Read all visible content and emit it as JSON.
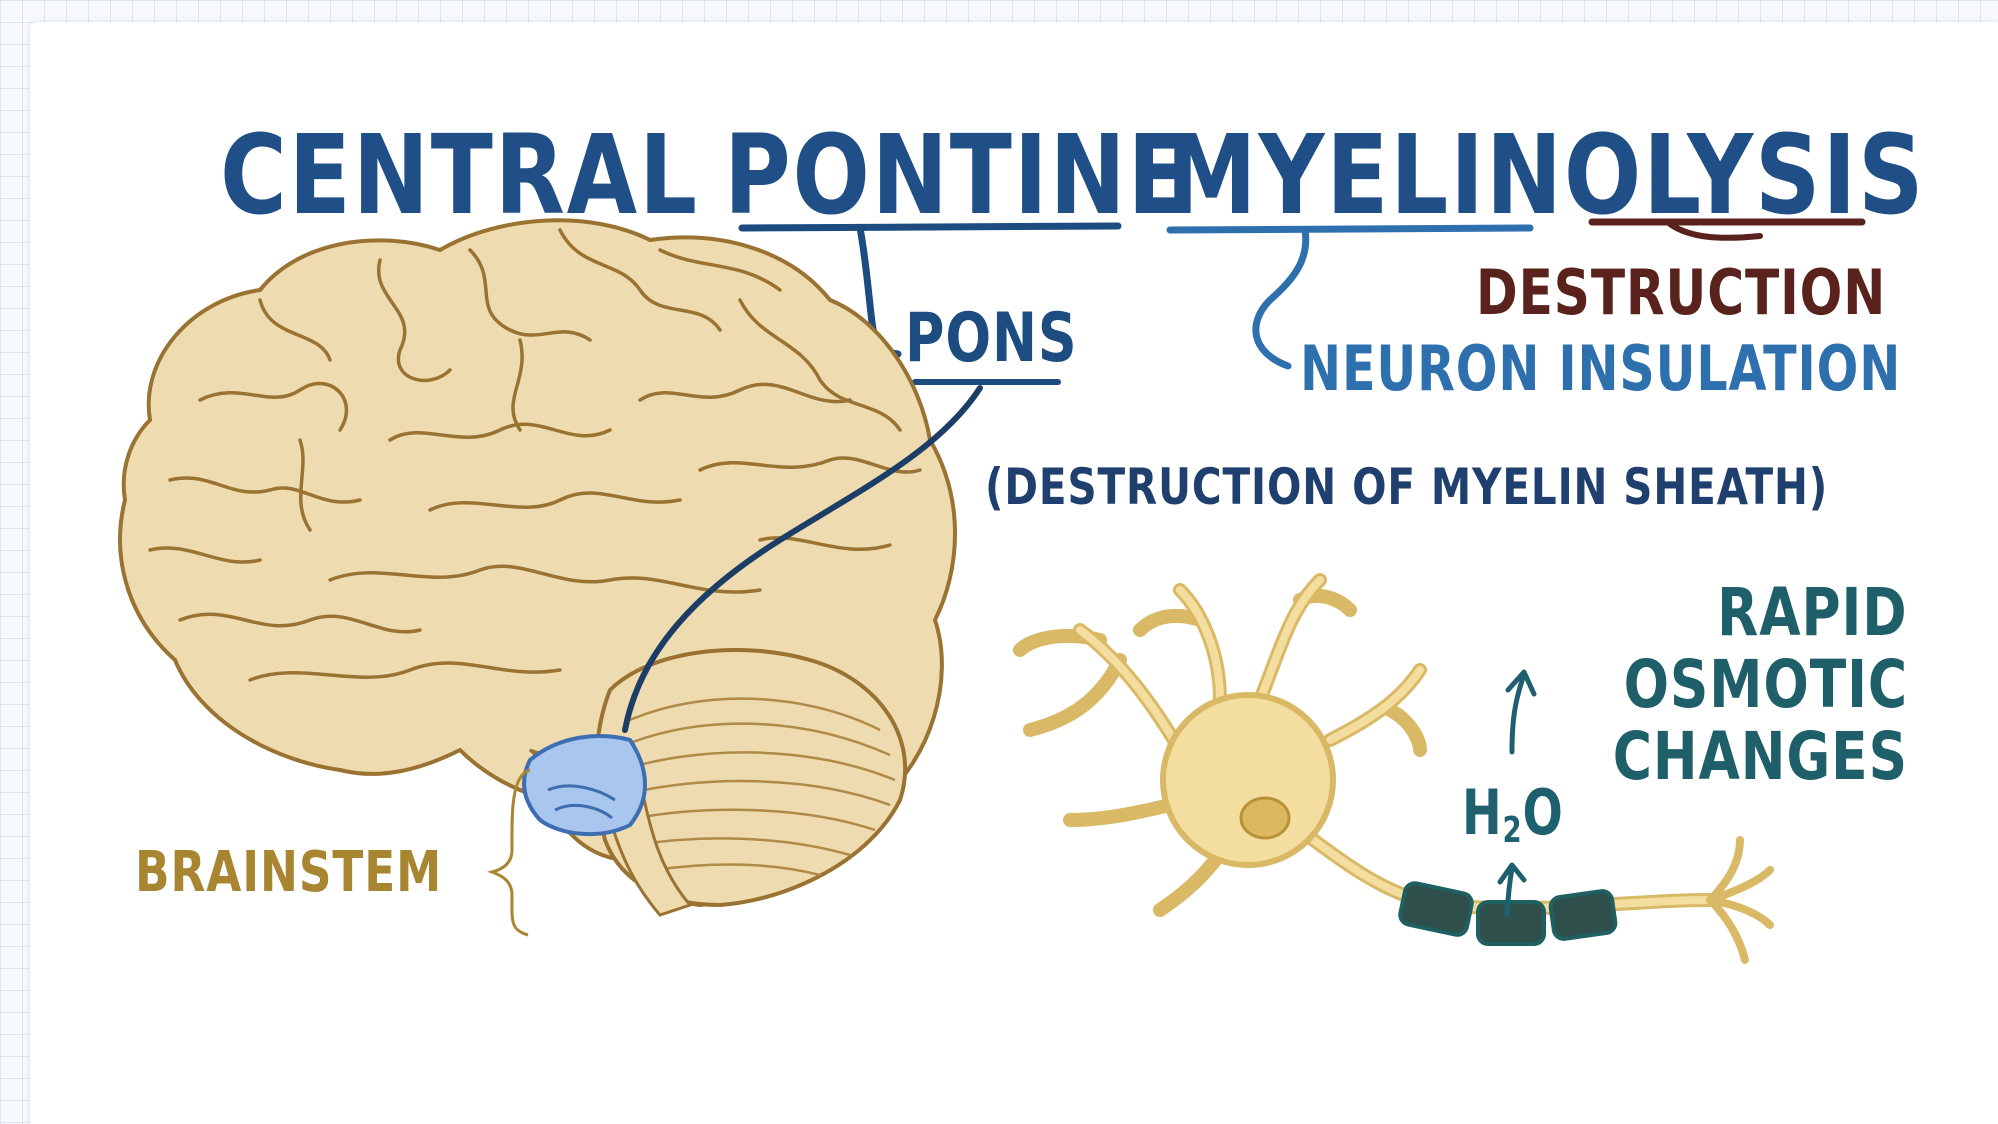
{
  "title": {
    "word1": "CENTRAL",
    "word2": "PONTINE",
    "word3": "MYELINOLYSIS"
  },
  "labels": {
    "pons": "PONS",
    "destruction": "DESTRUCTION",
    "neuron_insulation": "NEURON INSULATION",
    "myelin_sheath": "(DESTRUCTION OF MYELIN SHEATH)",
    "rapid": "RAPID",
    "osmotic": "OSMOTIC",
    "changes": "CHANGES",
    "brainstem": "BRAINSTEM",
    "h2o_h": "H",
    "h2o_sub": "2",
    "h2o_o": "O"
  },
  "colors": {
    "title": "#1f4f86",
    "destruction": "#5a221c",
    "neuron_insulation": "#2e6fae",
    "osmotic": "#1f5f6a",
    "brainstem": "#a88530",
    "brain_fill": "#eedcb0",
    "brain_stroke": "#9a7231",
    "pons_fill": "#a9c6ee",
    "neuron_fill": "#f3dea0",
    "myelin_fill": "#2f4f4a"
  },
  "icons": {
    "brain": "brain-illustration",
    "neuron": "neuron-illustration"
  }
}
